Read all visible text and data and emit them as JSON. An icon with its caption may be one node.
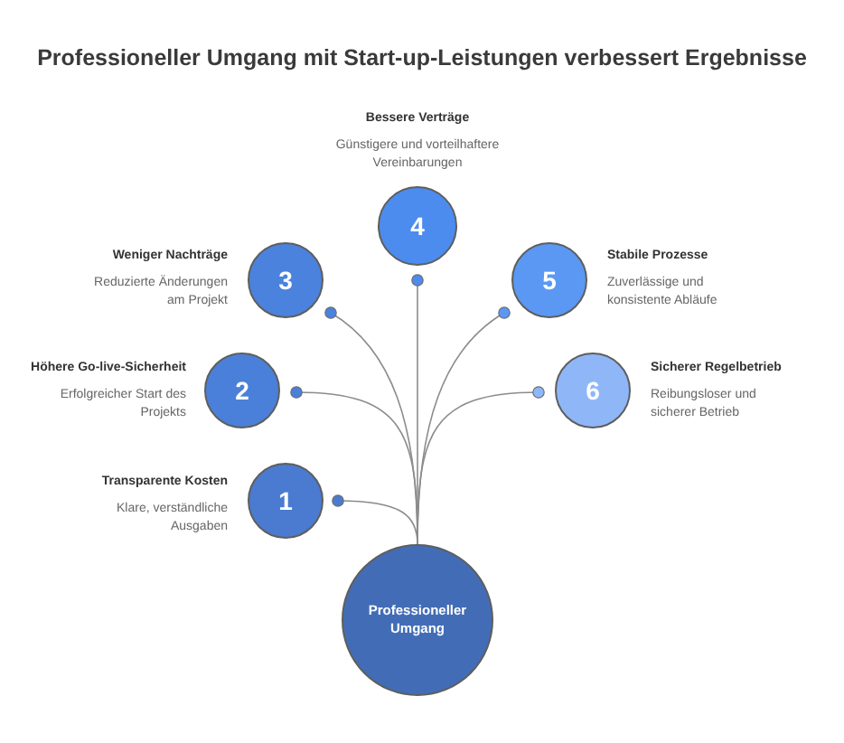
{
  "diagram": {
    "title": "Professioneller Umgang mit Start-up-Leistungen verbessert Ergebnisse",
    "nodes": [
      {
        "text": [
          "1"
        ],
        "beside": [
          "Transparente Kosten",
          "Klare, verständliche Ausgaben"
        ]
      },
      {
        "text": [
          "2"
        ],
        "beside": [
          "Höhere Go-live-Sicherheit",
          "Erfolgreicher Start des Projekts"
        ]
      },
      {
        "text": [
          "3"
        ],
        "beside": [
          "Weniger Nachträge",
          "Reduzierte Änderungen am Projekt"
        ]
      },
      {
        "text": [
          "4"
        ],
        "beside": [
          "Bessere Verträge",
          "Günstigere und vorteilhaftere Vereinbarungen"
        ]
      },
      {
        "text": [
          "5"
        ],
        "beside": [
          "Stabile Prozesse",
          "Zuverlässige und konsistente Abläufe"
        ]
      },
      {
        "text": [
          "6"
        ],
        "beside": [
          "Sicherer Regelbetrieb",
          "Reibungsloser und sicherer Betrieb"
        ]
      },
      {
        "text": [
          "Professioneller Umgang"
        ]
      }
    ],
    "edges": [
      {
        "from": 6,
        "to": 0,
        "arrow": "other"
      },
      {
        "from": 6,
        "to": 1,
        "arrow": "other"
      },
      {
        "from": 6,
        "to": 2,
        "arrow": "other"
      },
      {
        "from": 6,
        "to": 3,
        "arrow": "other"
      },
      {
        "from": 6,
        "to": 4,
        "arrow": "other"
      },
      {
        "from": 6,
        "to": 5,
        "arrow": "other"
      }
    ]
  }
}
